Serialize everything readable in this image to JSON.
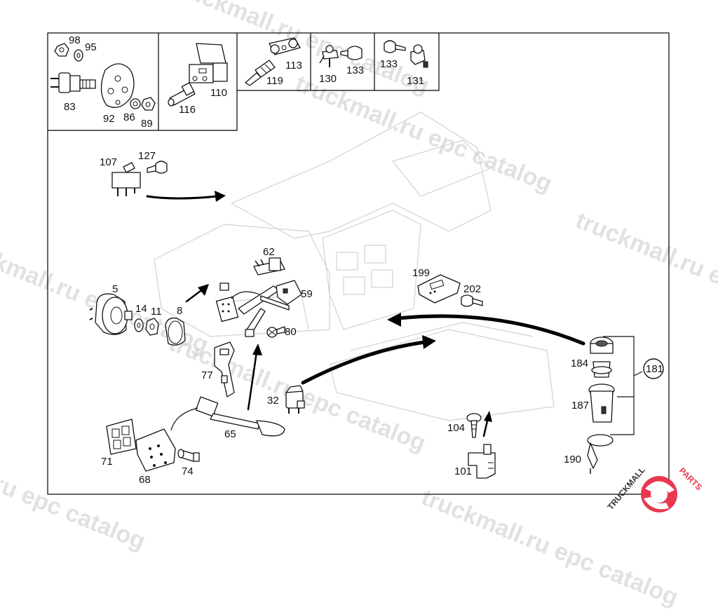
{
  "watermark": {
    "lines": [
      "truckmall.ru epc catalog",
      "truckmall.ru epc catalog",
      "truckmall.ru epc catalog",
      "truckmall.ru epc catalog",
      "truckmall.ru epc catalog",
      "truckmall.ru epc catalog",
      "truckmall.ru epc catalog"
    ]
  },
  "logo": {
    "text_main": "TRUCKMALL",
    "text_accent": "PARTS",
    "accent_color": "#e8384f"
  },
  "labels": {
    "p98": "98",
    "p95": "95",
    "p83": "83",
    "p92": "92",
    "p86": "86",
    "p89": "89",
    "p116": "116",
    "p110": "110",
    "p113": "113",
    "p119": "119",
    "p130": "130",
    "p133a": "133",
    "p133b": "133",
    "p131": "131",
    "p107": "107",
    "p127": "127",
    "p62": "62",
    "p59": "59",
    "p80": "80",
    "p5": "5",
    "p14": "14",
    "p11": "11",
    "p8": "8",
    "p77": "77",
    "p32": "32",
    "p65": "65",
    "p71": "71",
    "p68": "68",
    "p74": "74",
    "p199": "199",
    "p202": "202",
    "p184": "184",
    "p181": "181",
    "p187": "187",
    "p190": "190",
    "p104": "104",
    "p101": "101"
  }
}
